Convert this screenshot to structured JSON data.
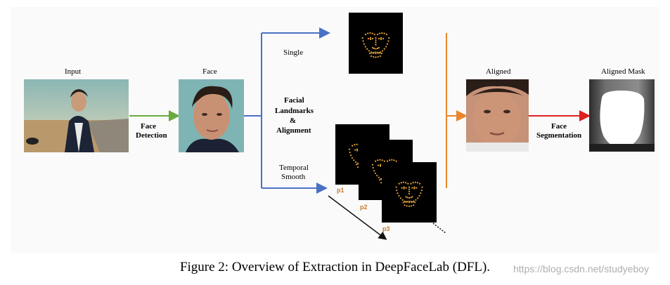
{
  "labels": {
    "input": "Input",
    "face": "Face",
    "face_detection_1": "Face",
    "face_detection_2": "Detection",
    "single": "Single",
    "facial": "Facial",
    "landmarks": "Landmarks",
    "amp": "&",
    "alignment": "Alignment",
    "temporal": "Temporal",
    "smooth": "Smooth",
    "aligned": "Aligned",
    "aligned_mask": "Aligned Mask",
    "face_segmentation_1": "Face",
    "face_segmentation_2": "Segmentation",
    "p1": "p1",
    "p2": "p2",
    "p3": "p3"
  },
  "caption": "Figure 2: Overview of Extraction in DeepFaceLab (DFL).",
  "watermark": "https://blog.csdn.net/studyeboy",
  "colors": {
    "green_arrow": "#6aab3e",
    "blue_arrow": "#4a72c4",
    "orange_arrow": "#e8872d",
    "red_arrow": "#e02020",
    "landmark": "#e8a53a"
  }
}
